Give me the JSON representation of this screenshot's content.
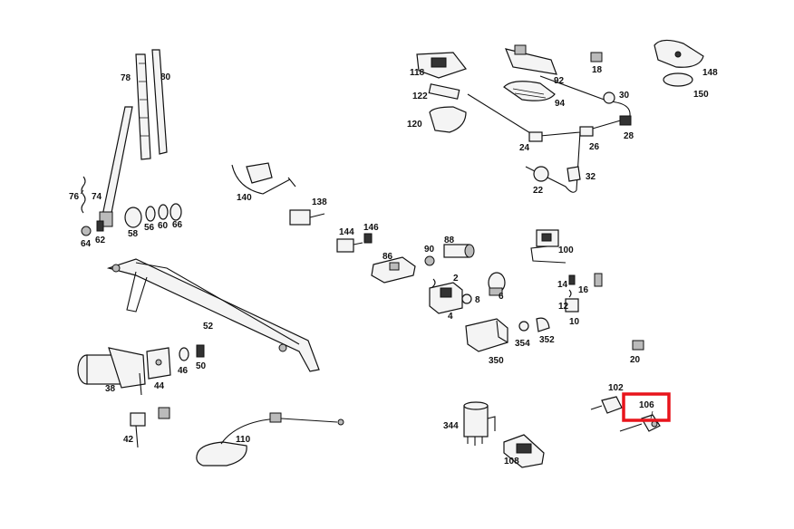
{
  "labels": {
    "p78": "78",
    "p80": "80",
    "p76": "76",
    "p74": "74",
    "p64": "64",
    "p62": "62",
    "p58": "58",
    "p56": "56",
    "p60": "60",
    "p66": "66",
    "p140": "140",
    "p138": "138",
    "p144": "144",
    "p146": "146",
    "p86": "86",
    "p90": "90",
    "p88": "88",
    "p2": "2",
    "p8": "8",
    "p6": "6",
    "p4": "4",
    "p118": "118",
    "p122": "122",
    "p120": "120",
    "p92": "92",
    "p94": "94",
    "p18": "18",
    "p148": "148",
    "p150": "150",
    "p30": "30",
    "p24": "24",
    "p26": "26",
    "p28": "28",
    "p22": "22",
    "p32": "32",
    "p100": "100",
    "p14": "14",
    "p16": "16",
    "p12": "12",
    "p10": "10",
    "p52": "52",
    "p38": "38",
    "p44": "44",
    "p46": "46",
    "p50": "50",
    "p42": "42",
    "p110": "110",
    "p350": "350",
    "p354": "354",
    "p352": "352",
    "p20": "20",
    "p102": "102",
    "p106": "106",
    "p344": "344",
    "p108": "108"
  },
  "highlight": {
    "part": "106",
    "color": "#e8141b"
  }
}
